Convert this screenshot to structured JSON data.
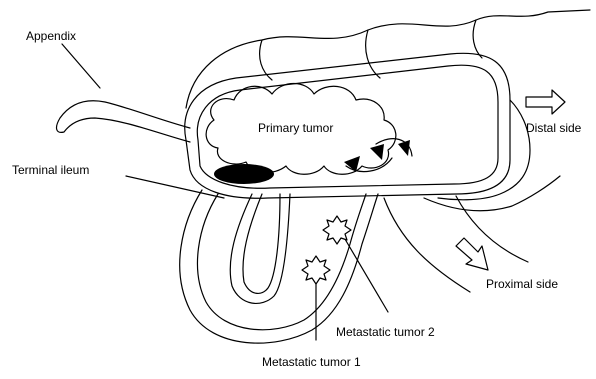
{
  "labels": {
    "appendix": "Appendix",
    "terminal_ileum": "Terminal ileum",
    "primary_tumor": "Primary tumor",
    "distal_side": "Distal side",
    "proximal_side": "Proximal side",
    "metastatic_tumor_2": "Metastatic tumor 2",
    "metastatic_tumor_1": "Metastatic tumor 1"
  },
  "colors": {
    "ink": "#000000",
    "paper": "#ffffff"
  }
}
